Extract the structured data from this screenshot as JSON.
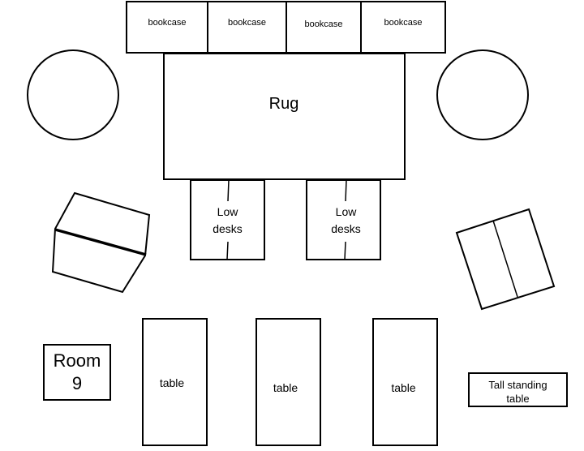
{
  "bookcases": [
    "bookcase",
    "bookcase",
    "bookcase",
    "bookcase"
  ],
  "rug_label": "Rug",
  "low_desks": [
    {
      "line1": "Low",
      "line2": "desks"
    },
    {
      "line1": "Low",
      "line2": "desks"
    }
  ],
  "tables": [
    "table",
    "table",
    "table"
  ],
  "room": {
    "line1": "Room",
    "line2": "9"
  },
  "tall_table": {
    "line1": "Tall standing",
    "line2": "table"
  },
  "colors": {
    "stroke": "#000000",
    "fill": "#ffffff"
  }
}
